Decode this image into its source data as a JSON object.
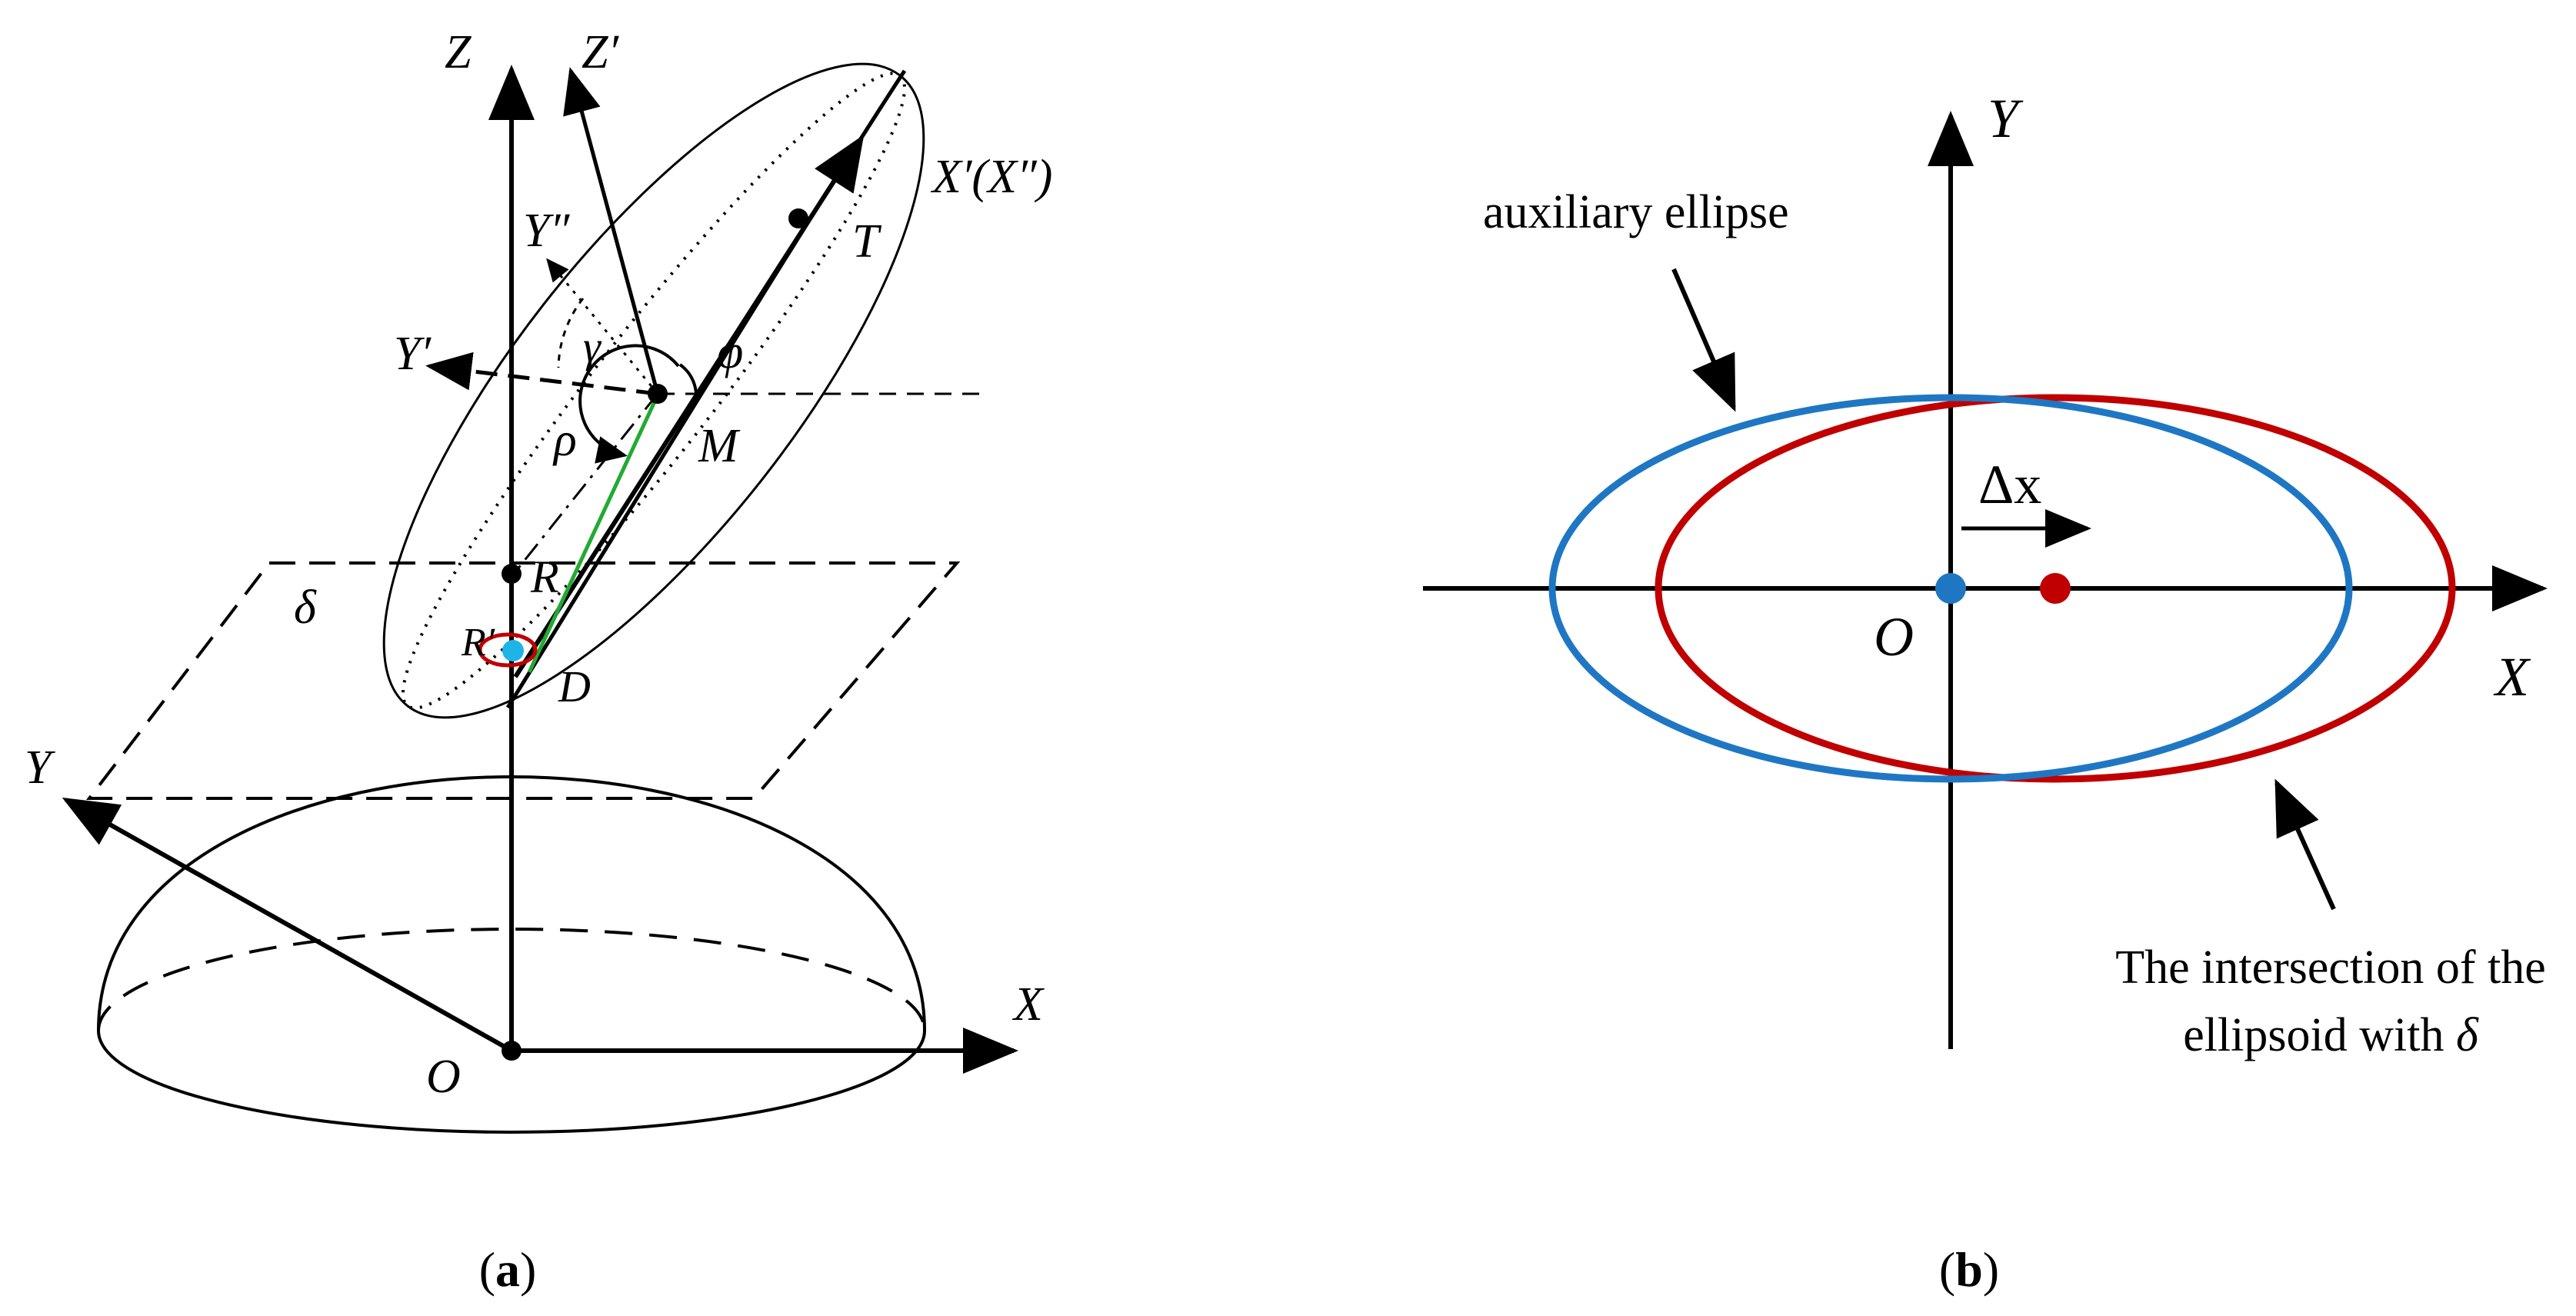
{
  "panel_a": {
    "caption_open": "(",
    "caption_letter": "a",
    "caption_close": ")",
    "labels": {
      "Z": "Z",
      "Z_prime": "Z′",
      "X_prime": "X′(X″)",
      "Y_double_prime": "Y″",
      "Y_prime": "Y′",
      "gamma": "γ",
      "phi": "φ",
      "T": "T",
      "rho": "ρ",
      "M": "M",
      "R": "R",
      "R_prime": "R′",
      "D": "D",
      "delta": "δ",
      "Y": "Y",
      "X": "X",
      "O": "O"
    }
  },
  "panel_b": {
    "caption_open": "(",
    "caption_letter": "b",
    "caption_close": ")",
    "labels": {
      "Y": "Y",
      "X": "X",
      "O": "O",
      "delta_x": "Δx",
      "auxiliary_ellipse": "auxiliary ellipse",
      "intersection_line1": "The intersection of the",
      "intersection_line2_prefix": "ellipsoid with ",
      "intersection_line2_symbol": "δ"
    }
  },
  "colors": {
    "blue_ellipse": "#1f77c4",
    "red_ellipse": "#c00000",
    "green_segment": "#22aa33",
    "cyan_point": "#1fb4e8",
    "ink": "#000000"
  },
  "icons": {
    "arrowhead": "filled-triangle-arrowhead",
    "point": "filled-circle-dot"
  }
}
